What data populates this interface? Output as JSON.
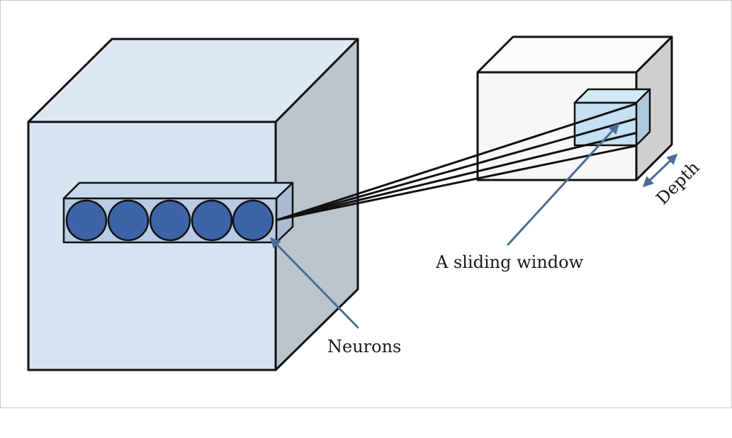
{
  "labels": {
    "neurons": "Neurons",
    "sliding_window": "A sliding window",
    "depth": "Depth"
  },
  "colors": {
    "outline": "#111111",
    "big_cube_front": "#d6e4f2",
    "big_cube_top": "#dce9f4",
    "big_cube_side": "#b9c4cd",
    "neuron_bar": "#b7cbe2",
    "neuron_fill": "#3c64a6",
    "small_cube_front": "#f7f7f8",
    "small_cube_top": "#fbfbfb",
    "small_cube_side": "#cfcfd1",
    "window_fill": "#c4e0f2",
    "arrow": "#4a6e93"
  }
}
